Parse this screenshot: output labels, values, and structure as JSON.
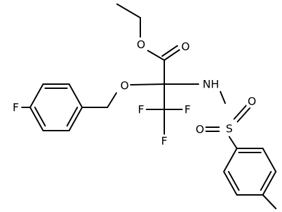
{
  "molecule": {
    "atom_labels": {
      "o_ester": "O",
      "o_carbonyl": "O",
      "o_ether": "O",
      "nh": "NH",
      "s": "S",
      "o_s1": "O",
      "o_s2": "O",
      "f_ring": "F",
      "f1": "F",
      "f2": "F",
      "f3": "F"
    },
    "colors": {
      "bond": "#000000",
      "label": "#000000",
      "background": "#ffffff"
    }
  }
}
